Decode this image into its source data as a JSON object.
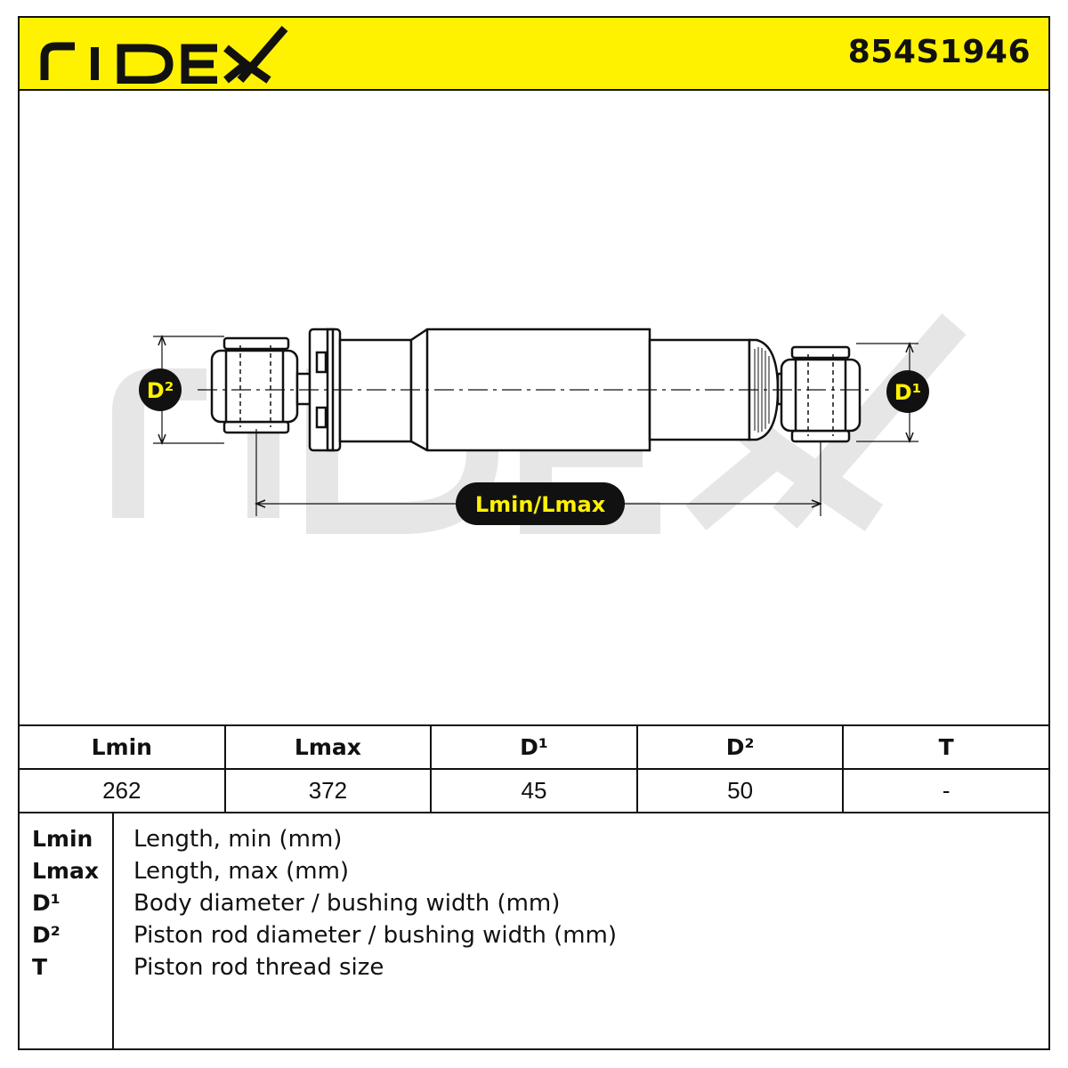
{
  "header": {
    "brand": "RIDEX",
    "part_number": "854S1946"
  },
  "drawing": {
    "watermark": "RIDEX",
    "label_d2": "D²",
    "label_d1": "D¹",
    "label_length": "Lmin/Lmax",
    "accent_color": "#fff200"
  },
  "table": {
    "headers": [
      "Lmin",
      "Lmax",
      "D¹",
      "D²",
      "T"
    ],
    "values": [
      "262",
      "372",
      "45",
      "50",
      "-"
    ]
  },
  "legend": [
    {
      "key": "Lmin",
      "desc": "Length, min (mm)"
    },
    {
      "key": "Lmax",
      "desc": "Length, max (mm)"
    },
    {
      "key": "D¹",
      "desc": "Body diameter / bushing width (mm)"
    },
    {
      "key": "D²",
      "desc": "Piston rod diameter / bushing width (mm)"
    },
    {
      "key": "T",
      "desc": "Piston rod thread size"
    }
  ]
}
